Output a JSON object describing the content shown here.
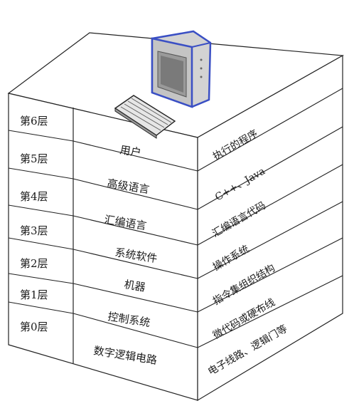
{
  "layers": [
    {
      "level": "第6层",
      "name": "用户",
      "content": "执行的程序"
    },
    {
      "level": "第5层",
      "name": "高级语言",
      "content": "C++、Java"
    },
    {
      "level": "第4层",
      "name": "汇编语言",
      "content": "汇编语言代码"
    },
    {
      "level": "第3层",
      "name": "系统软件",
      "content": "操作系统"
    },
    {
      "level": "第2层",
      "name": "机器",
      "content": "指令集组织结构"
    },
    {
      "level": "第1层",
      "name": "控制系统",
      "content": "微代码或硬布线"
    },
    {
      "level": "第0层",
      "name": "数字逻辑电路",
      "content": "电子线路、逻辑门等"
    }
  ],
  "icons": {
    "computer": "computer-icon",
    "keyboard": "keyboard-icon"
  },
  "colors": {
    "line": "#222222",
    "monitor_border": "#3a4fc4",
    "monitor_face": "#c9c9c9"
  }
}
